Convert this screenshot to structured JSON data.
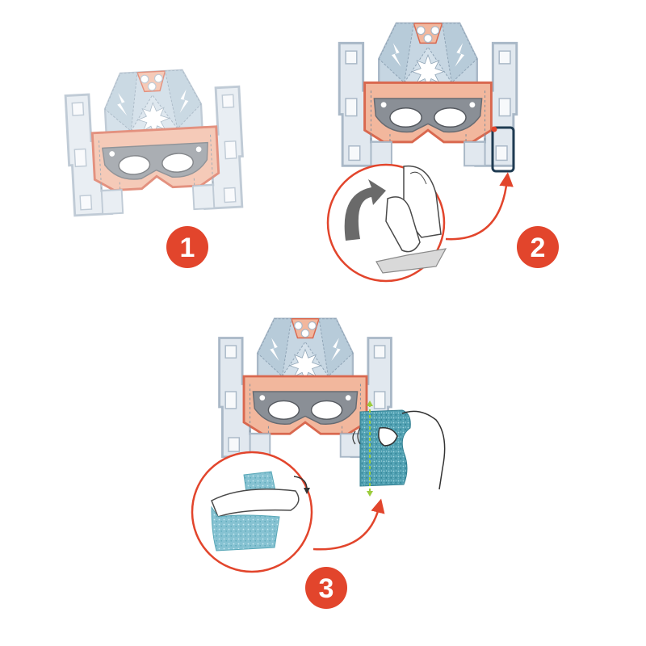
{
  "steps": [
    {
      "number": "1"
    },
    {
      "number": "2"
    },
    {
      "number": "3"
    }
  ],
  "colors": {
    "badge": "#e2452c",
    "arrow": "#e2452c",
    "mask_frame_fill": "#e1e8ef",
    "mask_frame_stroke": "#a9b8c7",
    "mask_panel": "#c6d6e2",
    "mask_band": "#f2b79d",
    "mask_band_stroke": "#d9684f",
    "glitter": "#5aa8b8",
    "peel_arrow": "#6a6a6a"
  },
  "icons": {
    "step_badge": "numbered-circle-badge",
    "connector": "curved-arrow-icon",
    "peel": "curved-peel-arrow-icon",
    "hand": "hand-icon"
  }
}
